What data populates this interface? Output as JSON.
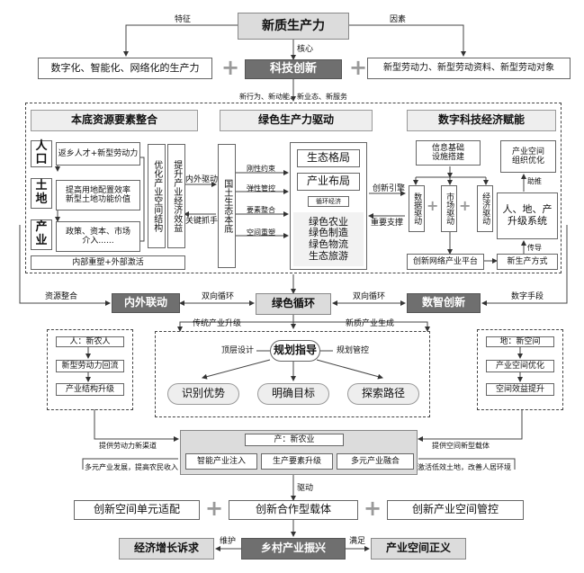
{
  "top": {
    "title": "新质生产力",
    "feature": "特征",
    "factor": "因素",
    "core": "核心",
    "left_box": "数字化、智能化、网络化的生产力",
    "center_box": "科技创新",
    "right_box": "新型劳动力、新型劳动资料、新型劳动对象",
    "fournew": "新行为、新动能、新业态、新服务"
  },
  "left_panel": {
    "title": "本底资源要素整合",
    "people": "人口",
    "land": "土地",
    "industry": "产业",
    "item1": "返乡人才+新型劳动力",
    "item2": "提高用地配置效率\n新型土地功能价值",
    "item3": "政策、资本、市场\n介入......",
    "opt1": "优化产业空间结构",
    "opt2": "提升产业经济效益",
    "bottom": "内部重塑+外部激活"
  },
  "center_panel": {
    "title": "绿色生产力驱动",
    "drive1": "内外驱动",
    "drive2": "关键抓手",
    "land_eco": "国土生态本底",
    "c1": "刚性约束",
    "c2": "弹性管控",
    "c3": "要素整合",
    "c4": "空间重塑",
    "eco_pattern": "生态格局",
    "ind_layout": "产业布局",
    "circ_econ": "循环经济",
    "green_list": "绿色农业\n绿色制造\n绿色物流\n生态旅游"
  },
  "right_panel": {
    "title": "数字科技经济赋能",
    "info": "信息基础\n设施搭建",
    "data_drive": "数据驱动",
    "market_drive": "市场驱动",
    "econ_drive": "经济驱动",
    "space_opt": "产业空间\n组织优化",
    "assist": "助推",
    "upgrade": "人、地、产\n升级系统",
    "innovate_lead": "创新引擎",
    "support": "重要支撑",
    "platform": "创新网络产业平台",
    "transmit": "传导",
    "new_mode": "新生产方式"
  },
  "middle": {
    "resource_integration": "资源整合",
    "inner_outer": "内外联动",
    "two_way1": "双向循环",
    "green_cycle": "绿色循环",
    "two_way2": "双向循环",
    "digital_innov": "数智创新",
    "digital_means": "数字手段",
    "trad_upgrade": "传统产业升级",
    "new_gen": "新质产业生成"
  },
  "planning": {
    "top_design": "顶层设计",
    "guide": "规划指导",
    "control": "规划管控",
    "identify": "识别优势",
    "target": "明确目标",
    "explore": "探索路径"
  },
  "side_left": {
    "title": "人：新农人",
    "flow": "新型劳动力回流",
    "upgrade": "产业结构升级"
  },
  "side_right": {
    "title": "地：新空间",
    "opt": "产业空间优化",
    "promote": "空间效益提升"
  },
  "industry": {
    "title": "产：新农业",
    "a": "智能产业注入",
    "b": "生产要素升级",
    "c": "多元产业融合",
    "left_in": "提供劳动力新渠道",
    "right_in": "提供空间新型载体",
    "left_out": "多元产业发展，提高农民收入",
    "right_out": "激活低效土地，改善人居环境",
    "drive": "驱动"
  },
  "bottom": {
    "b1": "创新空间单元适配",
    "b2": "创新合作型载体",
    "b3": "创新产业空间管控",
    "f1": "经济增长诉求",
    "maintain": "维护",
    "f2": "乡村产业振兴",
    "satisfy": "满足",
    "f3": "产业空间正义"
  }
}
